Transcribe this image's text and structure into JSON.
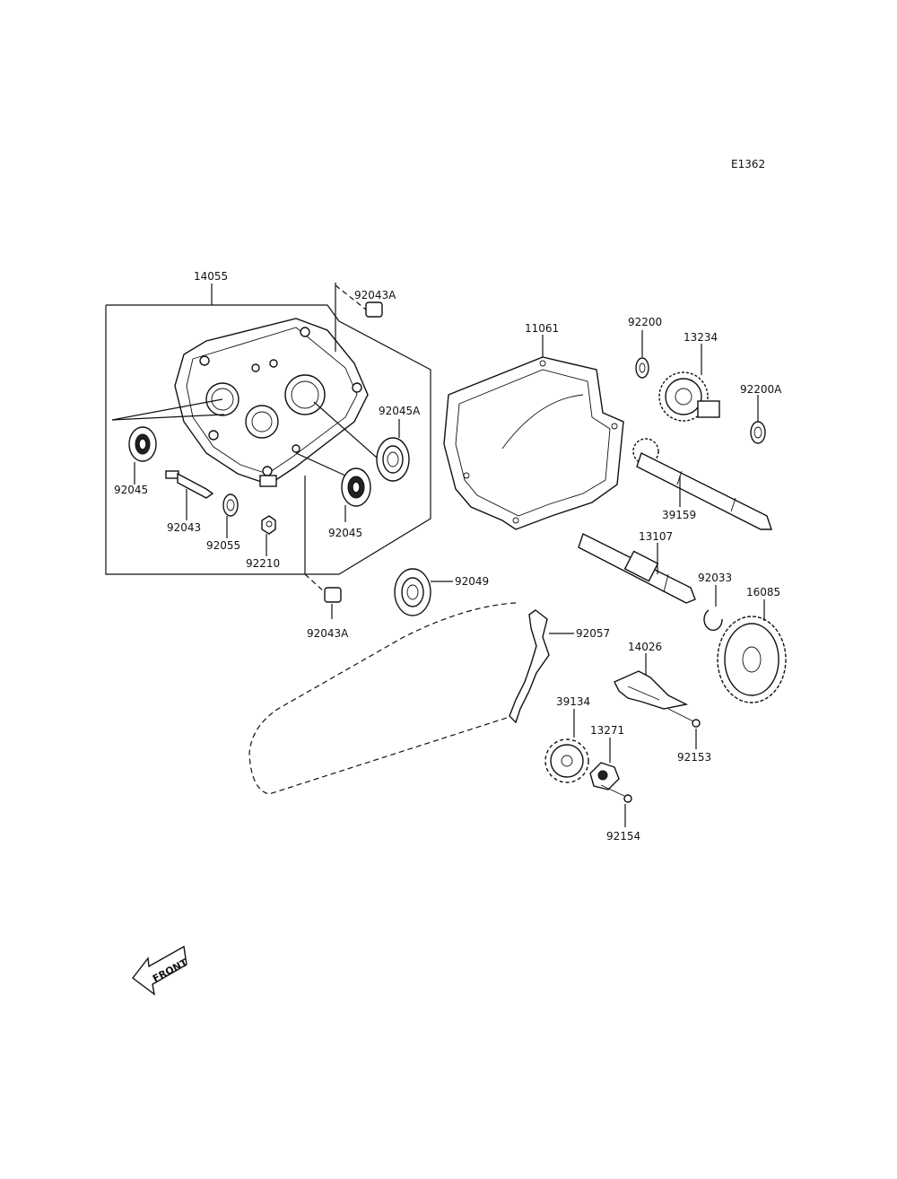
{
  "diagram": {
    "code": "E1362",
    "front_label": "FRONT",
    "parts": {
      "p14055": "14055",
      "p92043A_top": "92043A",
      "p92043A_bottom": "92043A",
      "p11061": "11061",
      "p92200": "92200",
      "p13234": "13234",
      "p92200A": "92200A",
      "p92045A": "92045A",
      "p92045_left": "92045",
      "p92045_mid": "92045",
      "p92043": "92043",
      "p92055": "92055",
      "p92210": "92210",
      "p39159": "39159",
      "p13107": "13107",
      "p92033": "92033",
      "p16085": "16085",
      "p92049": "92049",
      "p92057": "92057",
      "p14026": "14026",
      "p39134": "39134",
      "p13271": "13271",
      "p92153": "92153",
      "p92154": "92154"
    }
  }
}
